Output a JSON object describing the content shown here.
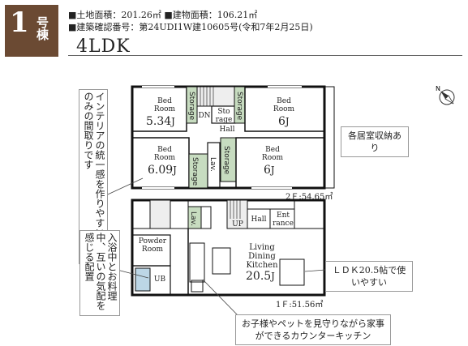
{
  "header": {
    "badge_number": "1",
    "badge_suffix": "号棟",
    "land_area": "■土地面積：201.26㎡",
    "building_area": "■建物面積：106.21㎡",
    "permit": "■建築確認番号：第24UDI1W建10605号(令和7年2月25日)",
    "layout_type": "4LDK"
  },
  "notes": {
    "interior": "インテリアの統一感を作りやすい洋室のみの間取りです",
    "storage": "各居室収納あり",
    "bath": "入浴中とお料理中、互いの気配を感じる配置",
    "ldk": "ＬＤＫ20.5帖で使いやすい",
    "kitchen": "お子様やペットを見守りながら家事ができるカウンターキッチン"
  },
  "second_floor": {
    "area_label": "2Ｆ:54.65㎡",
    "rooms": [
      {
        "name": "Bed Room",
        "size": "5.34",
        "unit": "J"
      },
      {
        "name": "Bed Room",
        "size": "6",
        "unit": "J"
      },
      {
        "name": "Bed Room",
        "size": "6.09",
        "unit": "J"
      },
      {
        "name": "Bed Room",
        "size": "6",
        "unit": "J"
      }
    ],
    "labels": {
      "storage": "Storage",
      "sto_rage": "Sto rage",
      "hall": "Hall",
      "dn": "DN",
      "lav": "Lav."
    }
  },
  "first_floor": {
    "area_label": "1Ｆ:51.56㎡",
    "labels": {
      "powder": "Powder Room",
      "ub": "UB",
      "lav": "Lav.",
      "up": "UP",
      "hall": "Hall",
      "entrance": "Ent rance",
      "ldk": "Living Dining Kitchen",
      "ldk_size": "20.5",
      "ldk_unit": "J"
    }
  },
  "colors": {
    "badge": "#6b4a33",
    "storage": "#c7dcc0",
    "wall": "#111111",
    "stair": "#eeeeee"
  }
}
